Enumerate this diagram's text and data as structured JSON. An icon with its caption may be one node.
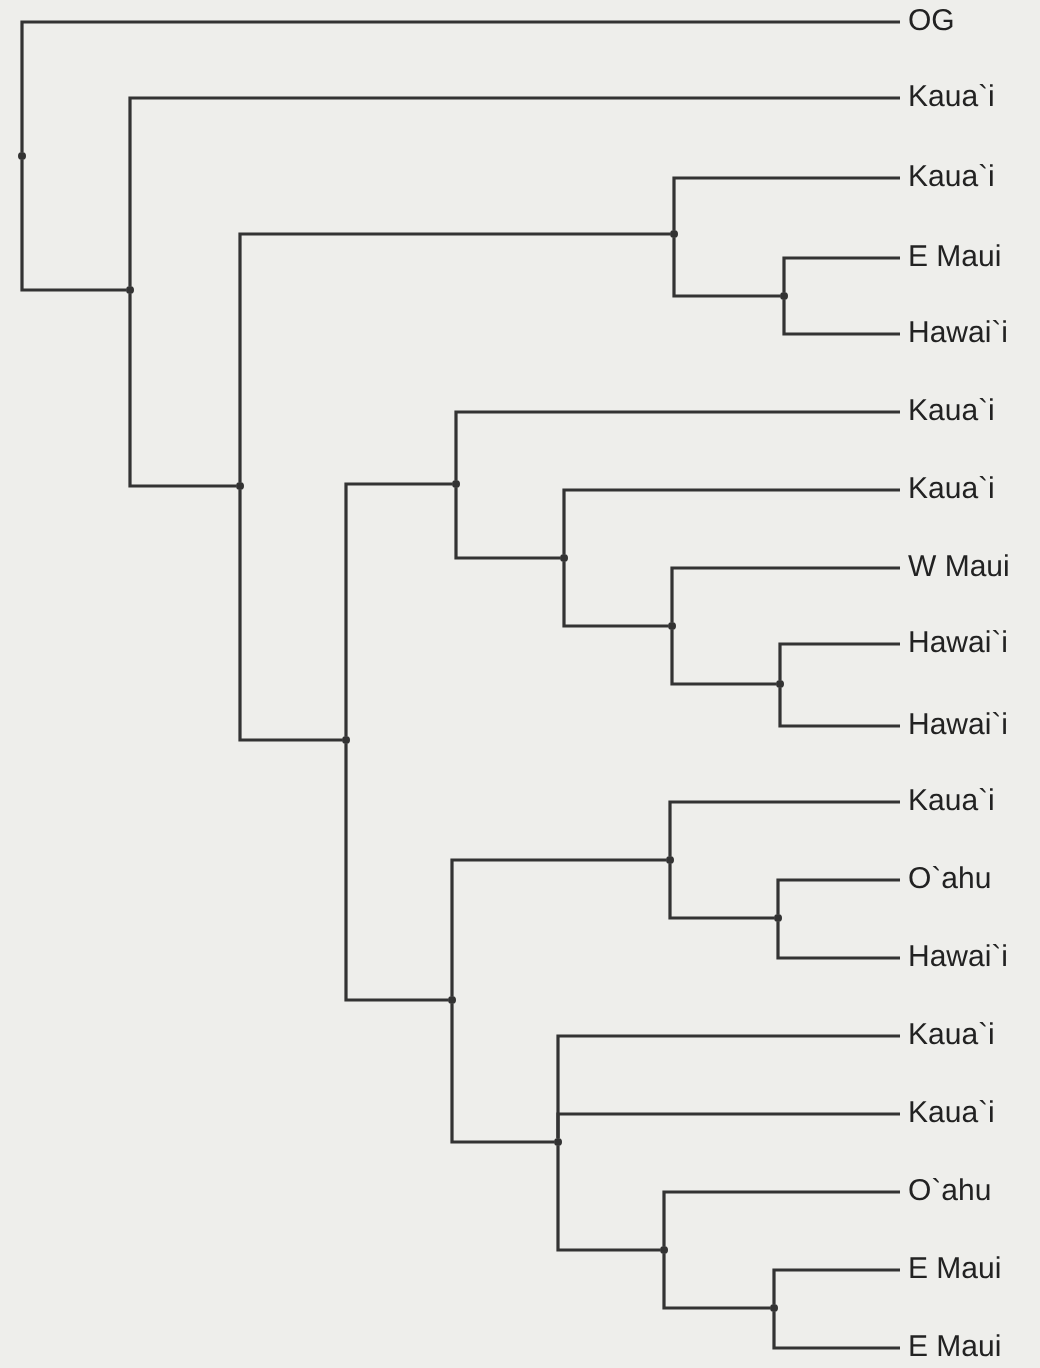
{
  "diagram": {
    "nodes": [
      {
        "text": [
          "OG"
        ]
      },
      {
        "text": [
          "Kaua`i"
        ]
      },
      {
        "text": [
          "Kaua`i"
        ]
      },
      {
        "text": [
          "E Maui"
        ]
      },
      {
        "text": [
          "Hawai`i"
        ]
      },
      {
        "text": [
          "Kaua`i"
        ]
      },
      {
        "text": [
          "Kaua`i"
        ]
      },
      {
        "text": [
          "W Maui"
        ]
      },
      {
        "text": [
          "Hawai`i"
        ]
      },
      {
        "text": [
          "Hawai`i"
        ]
      },
      {
        "text": [
          "Kaua`i"
        ]
      },
      {
        "text": [
          "O`ahu"
        ]
      },
      {
        "text": [
          "Hawai`i"
        ]
      },
      {
        "text": [
          "Kaua`i"
        ]
      },
      {
        "text": [
          "Kaua`i"
        ]
      },
      {
        "text": [
          "O`ahu"
        ]
      },
      {
        "text": [
          "E Maui"
        ]
      },
      {
        "text": [
          "E Maui"
        ]
      },
      {
        "text": [],
        "shape": "point"
      },
      {
        "text": [],
        "shape": "point"
      },
      {
        "text": [],
        "shape": "point"
      },
      {
        "text": [],
        "shape": "point"
      },
      {
        "text": [],
        "shape": "point"
      },
      {
        "text": [],
        "shape": "point"
      },
      {
        "text": [],
        "shape": "point"
      },
      {
        "text": [],
        "shape": "point"
      },
      {
        "text": [],
        "shape": "point"
      },
      {
        "text": [],
        "shape": "point"
      },
      {
        "text": [],
        "shape": "point"
      },
      {
        "text": [],
        "shape": "point"
      },
      {
        "text": [],
        "shape": "point"
      },
      {
        "text": [],
        "shape": "point"
      },
      {
        "text": [],
        "shape": "point"
      },
      {
        "text": [],
        "shape": "point"
      }
    ],
    "edges": [
      {
        "from": 18,
        "to": 0,
        "arrow": "none"
      },
      {
        "from": 18,
        "to": 19,
        "arrow": "none"
      },
      {
        "from": 19,
        "to": 1,
        "arrow": "none"
      },
      {
        "from": 19,
        "to": 20,
        "arrow": "none"
      },
      {
        "from": 20,
        "to": 21,
        "arrow": "none"
      },
      {
        "from": 20,
        "to": 23,
        "arrow": "none"
      },
      {
        "from": 21,
        "to": 2,
        "arrow": "none"
      },
      {
        "from": 21,
        "to": 22,
        "arrow": "none"
      },
      {
        "from": 22,
        "to": 3,
        "arrow": "none"
      },
      {
        "from": 22,
        "to": 4,
        "arrow": "none"
      },
      {
        "from": 23,
        "to": 24,
        "arrow": "none"
      },
      {
        "from": 23,
        "to": 28,
        "arrow": "none"
      },
      {
        "from": 24,
        "to": 5,
        "arrow": "none"
      },
      {
        "from": 24,
        "to": 25,
        "arrow": "none"
      },
      {
        "from": 25,
        "to": 6,
        "arrow": "none"
      },
      {
        "from": 25,
        "to": 26,
        "arrow": "none"
      },
      {
        "from": 26,
        "to": 7,
        "arrow": "none"
      },
      {
        "from": 26,
        "to": 27,
        "arrow": "none"
      },
      {
        "from": 27,
        "to": 8,
        "arrow": "none"
      },
      {
        "from": 27,
        "to": 9,
        "arrow": "none"
      },
      {
        "from": 28,
        "to": 29,
        "arrow": "none"
      },
      {
        "from": 28,
        "to": 31,
        "arrow": "none"
      },
      {
        "from": 29,
        "to": 10,
        "arrow": "none"
      },
      {
        "from": 29,
        "to": 30,
        "arrow": "none"
      },
      {
        "from": 30,
        "to": 11,
        "arrow": "none"
      },
      {
        "from": 30,
        "to": 12,
        "arrow": "none"
      },
      {
        "from": 31,
        "to": 13,
        "arrow": "none"
      },
      {
        "from": 31,
        "to": 14,
        "arrow": "none"
      },
      {
        "from": 31,
        "to": 32,
        "arrow": "none"
      },
      {
        "from": 32,
        "to": 15,
        "arrow": "none"
      },
      {
        "from": 32,
        "to": 33,
        "arrow": "none"
      },
      {
        "from": 33,
        "to": 16,
        "arrow": "none"
      },
      {
        "from": 33,
        "to": 17,
        "arrow": "none"
      }
    ]
  }
}
